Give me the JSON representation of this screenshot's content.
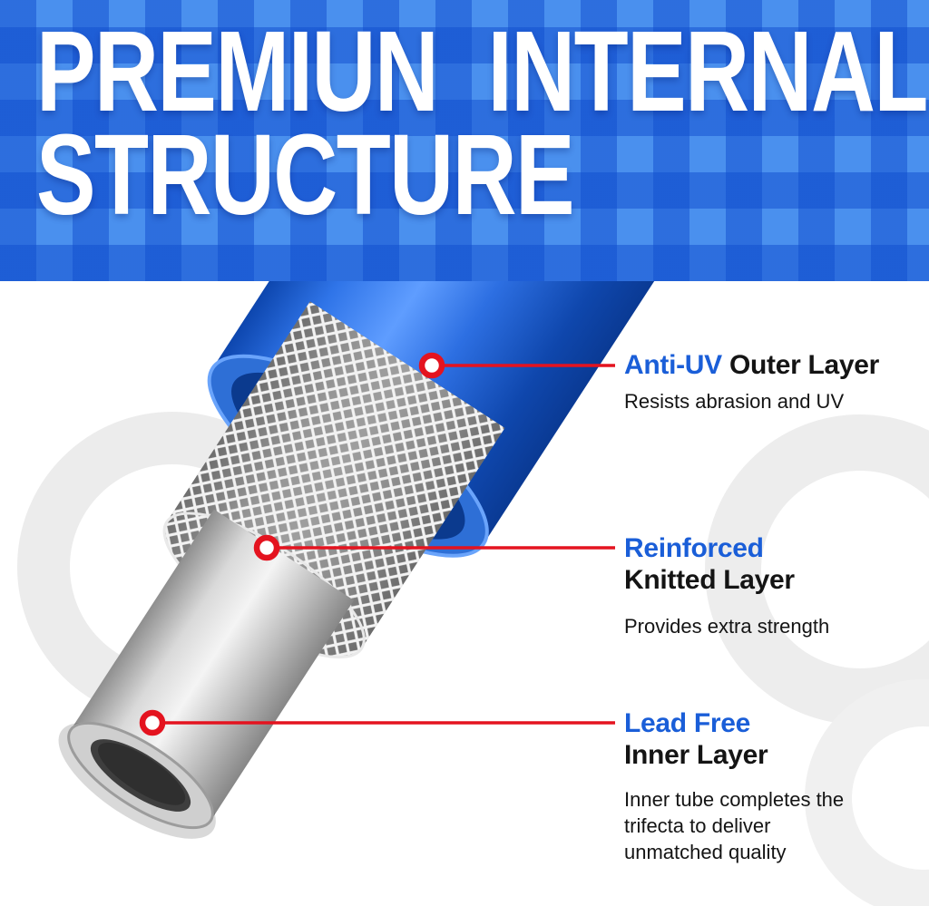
{
  "header": {
    "title_line1": "PREMIUN INTERNAL",
    "title_line2": "STRUCTURE"
  },
  "callouts": [
    {
      "title_accent": "Anti-UV",
      "title_rest": "Outer Layer",
      "description": "Resists abrasion and UV"
    },
    {
      "title_accent": "Reinforced",
      "title_rest": "Knitted Layer",
      "description": "Provides extra strength"
    },
    {
      "title_accent": "Lead Free",
      "title_rest": "Inner Layer",
      "description": "Inner tube completes the trifecta to deliver unmatched quality"
    }
  ],
  "colors": {
    "accent_blue": "#1a5ed8",
    "callout_red": "#e4131f",
    "text_dark": "#141414",
    "header_base": "#4a90ee"
  }
}
